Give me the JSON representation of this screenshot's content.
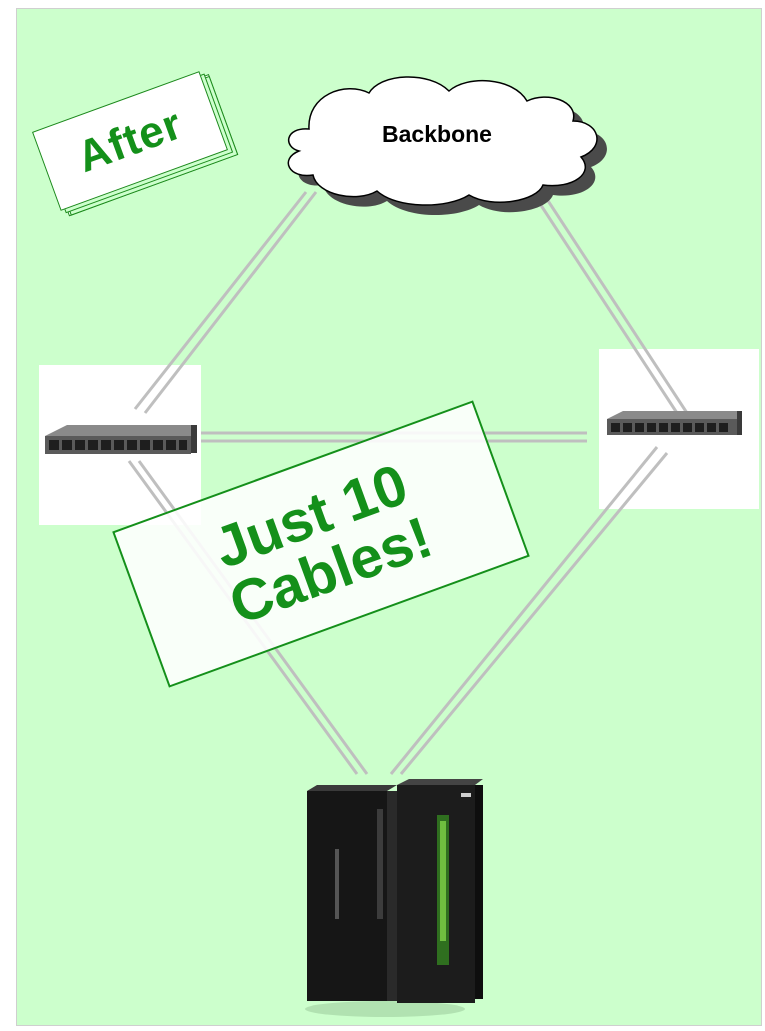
{
  "badge": {
    "text": "After"
  },
  "cloud": {
    "label": "Backbone"
  },
  "callout": {
    "text": "Just 10\nCables!"
  },
  "colors": {
    "background": "#ccffcc",
    "accent_green": "#14901a",
    "cable": "#bfbfbf"
  },
  "devices": {
    "left_switch": "network-switch",
    "right_switch": "network-switch",
    "mainframe": "mainframe-server"
  }
}
